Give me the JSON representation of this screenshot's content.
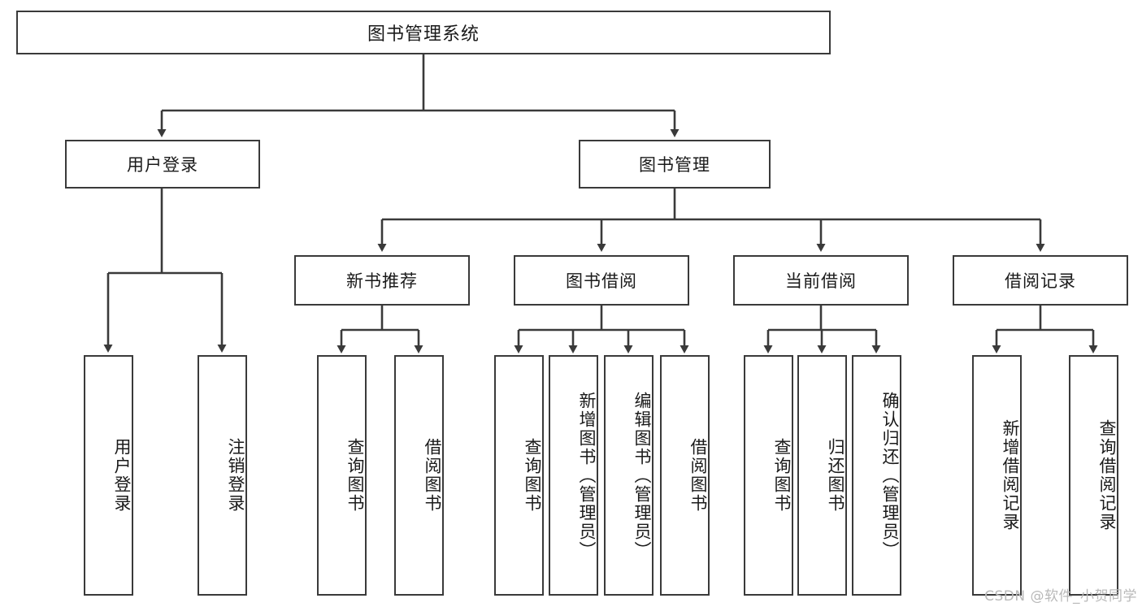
{
  "diagram": {
    "title": "图书管理系统",
    "type": "hierarchy-tree",
    "watermark": "CSDN @软件_小贺同学",
    "colors": {
      "stroke": "#3a3a3a",
      "fill": "#ffffff",
      "text": "#1a1a1a",
      "watermark": "#b9b9b9"
    },
    "nodes": {
      "root": {
        "label": "图书管理系统"
      },
      "level2": [
        {
          "label": "用户登录"
        },
        {
          "label": "图书管理"
        }
      ],
      "level3": [
        {
          "label": "新书推荐"
        },
        {
          "label": "图书借阅"
        },
        {
          "label": "当前借阅"
        },
        {
          "label": "借阅记录"
        }
      ],
      "leaves_user_login": [
        {
          "label": "用户登录"
        },
        {
          "label": "注销登录"
        }
      ],
      "leaves_new_books": [
        {
          "label": "查询图书"
        },
        {
          "label": "借阅图书"
        }
      ],
      "leaves_borrow": [
        {
          "label": "查询图书"
        },
        {
          "label": "新增图书（管理员）"
        },
        {
          "label": "编辑图书（管理员）"
        },
        {
          "label": "借阅图书"
        }
      ],
      "leaves_current": [
        {
          "label": "查询图书"
        },
        {
          "label": "归还图书"
        },
        {
          "label": "确认归还（管理员）"
        }
      ],
      "leaves_records": [
        {
          "label": "新增借阅记录"
        },
        {
          "label": "查询借阅记录"
        }
      ]
    }
  }
}
